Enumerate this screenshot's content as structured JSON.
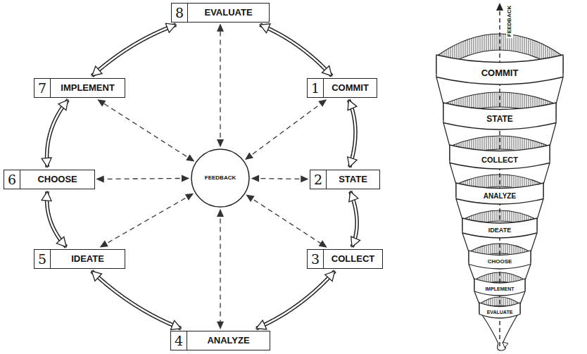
{
  "diagram": {
    "nodes": [
      {
        "text": [
          "1",
          "COMMIT"
        ]
      },
      {
        "text": [
          "2",
          "STATE"
        ]
      },
      {
        "text": [
          "3",
          "COLLECT"
        ]
      },
      {
        "text": [
          "4",
          "ANALYZE"
        ]
      },
      {
        "text": [
          "5",
          "IDEATE"
        ]
      },
      {
        "text": [
          "6",
          "CHOOSE"
        ]
      },
      {
        "text": [
          "7",
          "IMPLEMENT"
        ]
      },
      {
        "text": [
          "8",
          "EVALUATE"
        ]
      },
      {
        "text": [
          "FEEDBACK"
        ]
      },
      {
        "text": [
          "COMMIT"
        ]
      },
      {
        "text": [
          "STATE"
        ]
      },
      {
        "text": [
          "COLLECT"
        ]
      },
      {
        "text": [
          "ANALYZE"
        ]
      },
      {
        "text": [
          "IDEATE"
        ]
      },
      {
        "text": [
          "CHOOSE"
        ]
      },
      {
        "text": [
          "IMPLEMENT"
        ]
      },
      {
        "text": [
          "EVALUATE"
        ]
      }
    ],
    "edges": [
      {
        "from": 0,
        "to": 1,
        "arrow": "both"
      },
      {
        "from": 1,
        "to": 2,
        "arrow": "both"
      },
      {
        "from": 2,
        "to": 3,
        "arrow": "both"
      },
      {
        "from": 3,
        "to": 4,
        "arrow": "both"
      },
      {
        "from": 4,
        "to": 5,
        "arrow": "both"
      },
      {
        "from": 5,
        "to": 6,
        "arrow": "both"
      },
      {
        "from": 6,
        "to": 7,
        "arrow": "both"
      },
      {
        "from": 7,
        "to": 0,
        "arrow": "both"
      },
      {
        "from": 8,
        "to": 0,
        "arrow": "both"
      },
      {
        "from": 8,
        "to": 1,
        "arrow": "both"
      },
      {
        "from": 8,
        "to": 2,
        "arrow": "both"
      },
      {
        "from": 8,
        "to": 3,
        "arrow": "both"
      },
      {
        "from": 8,
        "to": 4,
        "arrow": "both"
      },
      {
        "from": 8,
        "to": 5,
        "arrow": "both"
      },
      {
        "from": 8,
        "to": 6,
        "arrow": "both"
      },
      {
        "from": 8,
        "to": 7,
        "arrow": "both"
      }
    ],
    "labels": [
      "FEEDBACK"
    ]
  }
}
